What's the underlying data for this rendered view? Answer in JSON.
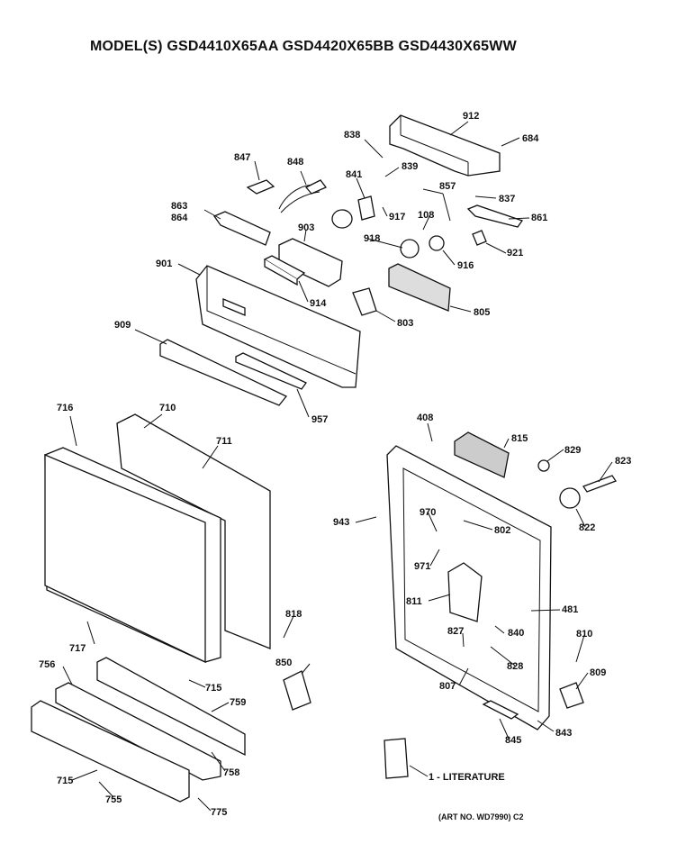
{
  "header": {
    "title": "MODEL(S) GSD4410X65AA  GSD4420X65BB  GSD4430X65WW"
  },
  "footer": {
    "art_no": "(ART NO. WD7990)  C2"
  },
  "labels": {
    "p912": "912",
    "p838": "838",
    "p684": "684",
    "p847": "847",
    "p848": "848",
    "p841": "841",
    "p839": "839",
    "p857": "857",
    "p837": "837",
    "p863": "863",
    "p864": "864",
    "p903": "903",
    "p917": "917",
    "p108": "108",
    "p861": "861",
    "p918": "918",
    "p916": "916",
    "p921": "921",
    "p901": "901",
    "p914": "914",
    "p805": "805",
    "p803": "803",
    "p909": "909",
    "p957": "957",
    "p716": "716",
    "p710": "710",
    "p711": "711",
    "p408": "408",
    "p815": "815",
    "p829": "829",
    "p823": "823",
    "p943": "943",
    "p970": "970",
    "p802": "802",
    "p822": "822",
    "p971": "971",
    "p811": "811",
    "p481": "481",
    "p818": "818",
    "p717": "717",
    "p827": "827",
    "p840": "840",
    "p810": "810",
    "p828": "828",
    "p850": "850",
    "p809": "809",
    "p756": "756",
    "p715a": "715",
    "p759": "759",
    "p807": "807",
    "p843": "843",
    "p845": "845",
    "p758": "758",
    "p715b": "715",
    "p755": "755",
    "p775": "775",
    "literature": "1 - LITERATURE"
  }
}
